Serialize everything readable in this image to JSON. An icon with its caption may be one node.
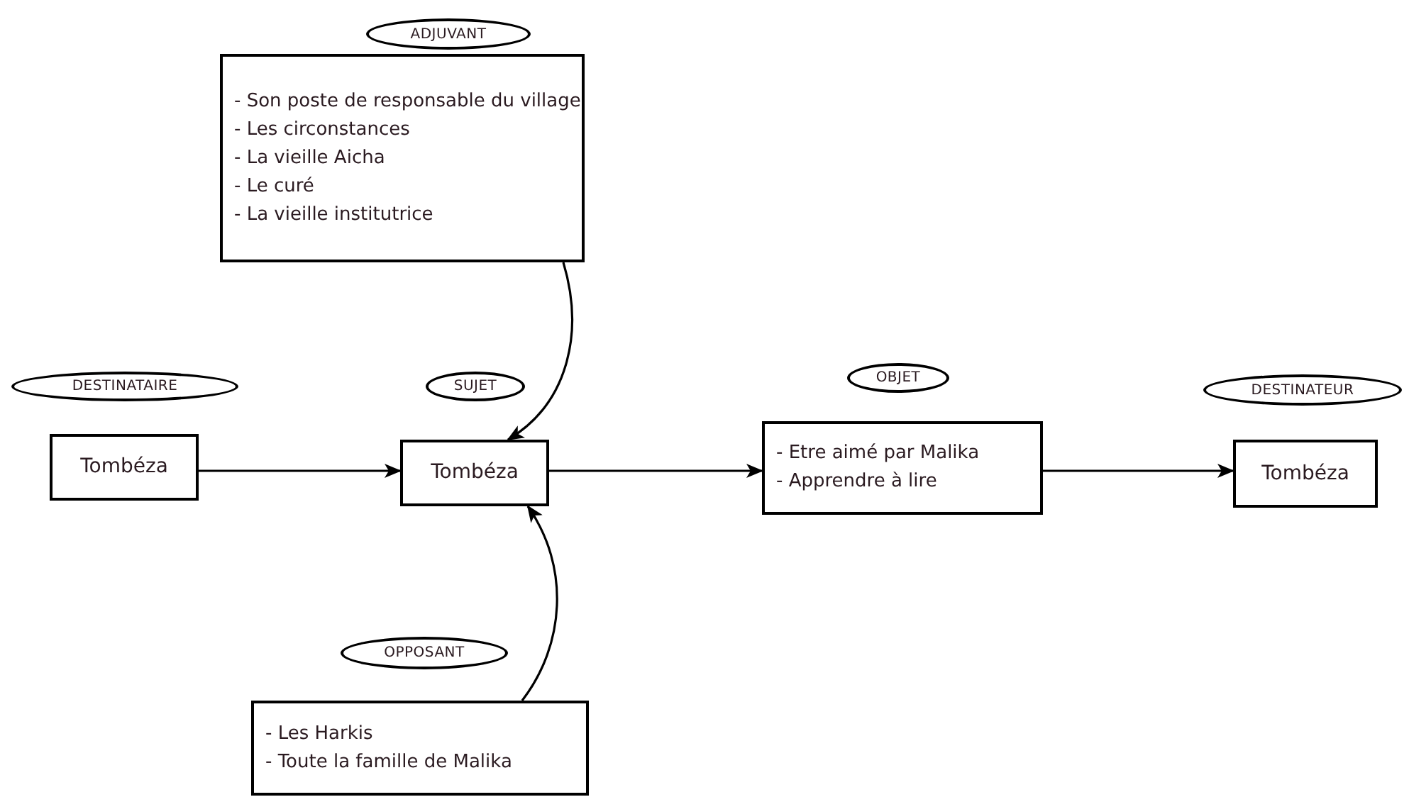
{
  "diagram": {
    "nodes": [
      {
        "text": [
          "ADJUVANT"
        ]
      },
      {
        "text": [
          "- Son poste de responsable du village",
          "- Les circonstances",
          "- La vieille Aicha",
          "- Le curé",
          "- La vieille institutrice"
        ]
      },
      {
        "text": [
          "DESTINATAIRE"
        ]
      },
      {
        "text": [
          "Tombéza"
        ]
      },
      {
        "text": [
          "SUJET"
        ]
      },
      {
        "text": [
          "Tombéza"
        ]
      },
      {
        "text": [
          "OBJET"
        ]
      },
      {
        "text": [
          "- Etre aimé par Malika",
          "- Apprendre à lire"
        ]
      },
      {
        "text": [
          "DESTINATEUR"
        ]
      },
      {
        "text": [
          "Tombéza"
        ]
      },
      {
        "text": [
          "OPPOSANT"
        ]
      },
      {
        "text": [
          "- Les Harkis",
          "- Toute la famille de Malika"
        ]
      }
    ],
    "edges": [
      {
        "from": 1,
        "to": 5,
        "arrow": "to"
      },
      {
        "from": 3,
        "to": 5,
        "arrow": "to"
      },
      {
        "from": 5,
        "to": 7,
        "arrow": "to"
      },
      {
        "from": 7,
        "to": 9,
        "arrow": "to"
      },
      {
        "from": 11,
        "to": 5,
        "arrow": "to"
      }
    ]
  }
}
